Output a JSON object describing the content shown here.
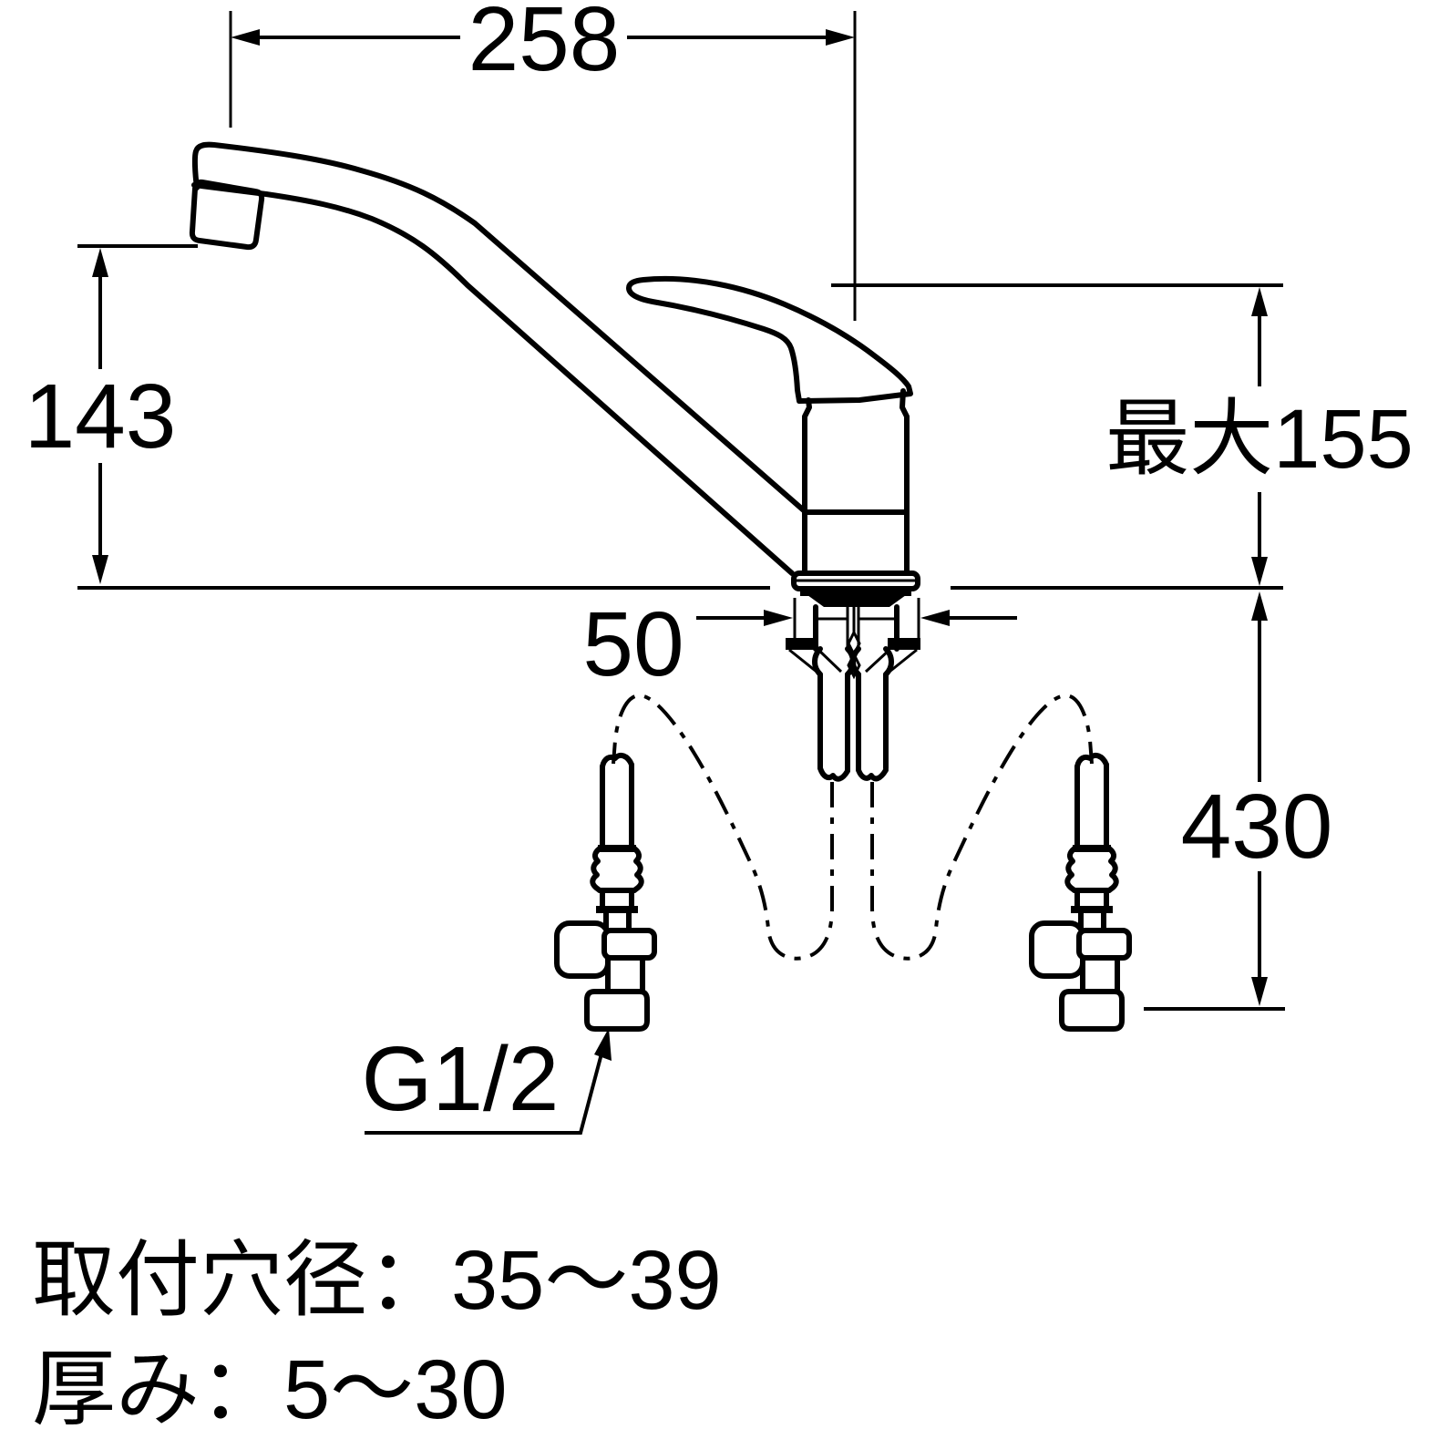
{
  "diagram": {
    "kind": "faucet-installation-dimension-drawing",
    "dimensions": {
      "spout_reach": "258",
      "spout_height": "143",
      "max_height": "最大155",
      "base_width": "50",
      "under_counter_length": "430",
      "thread_size": "G1/2"
    },
    "notes": {
      "hole_diameter": "取付穴径：35〜39",
      "deck_thickness": "厚み：5〜30"
    },
    "colors": {
      "line": "#000000",
      "background": "#ffffff"
    }
  }
}
